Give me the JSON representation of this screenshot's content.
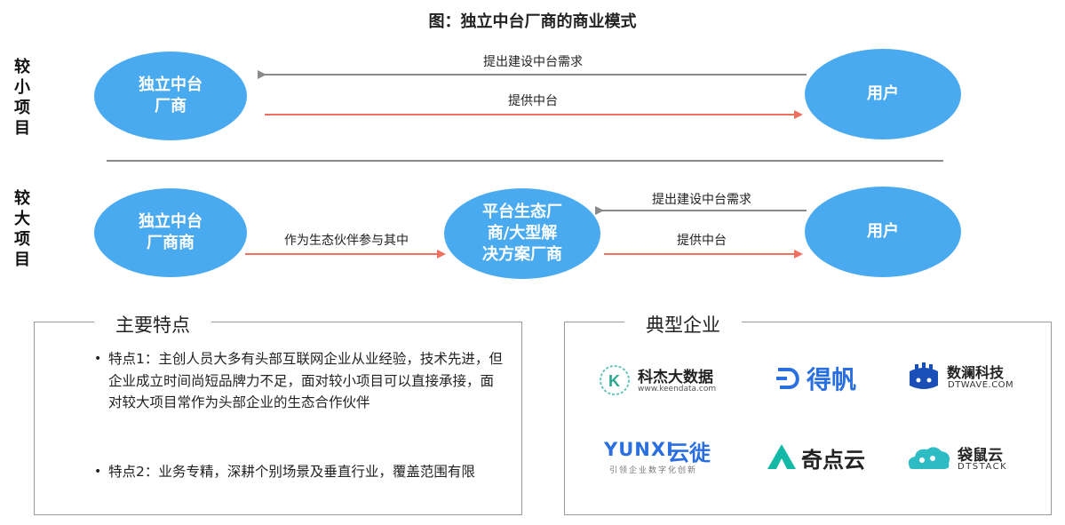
{
  "title": "图：独立中台厂商的商业模式",
  "small_project": {
    "row_label": "较小项目",
    "left_node": [
      "独立中台",
      "厂商"
    ],
    "right_node": "用户",
    "arrow_back_label": "提出建设中台需求",
    "arrow_forward_label": "提供中台"
  },
  "large_project": {
    "row_label": "较大项目",
    "left_node": [
      "独立中台",
      "厂商商"
    ],
    "middle_node": [
      "平台生态厂",
      "商/大型解",
      "决方案厂商"
    ],
    "right_node": "用户",
    "arrow_left_to_middle_label": "作为生态伙伴参与其中",
    "arrow_back_label": "提出建设中台需求",
    "arrow_forward_label": "提供中台"
  },
  "features": {
    "title": "主要特点",
    "items": [
      "特点1：主创人员大多有头部互联网企业从业经验，技术先进，但企业成立时间尚短品牌力不足，面对较小项目可以直接承接，面对较大项目常作为头部企业的生态合作伙伴",
      "特点2：业务专精，深耕个别场景及垂直行业，覆盖范围有限"
    ]
  },
  "companies": {
    "title": "典型企业",
    "logos": [
      {
        "name": "科杰大数据",
        "sub": "www.keendata.com",
        "icon": "keendata-logo-icon"
      },
      {
        "name": "得帆",
        "icon": "defan-logo-icon"
      },
      {
        "name": "数澜科技",
        "sub": "DTWAVE.COM",
        "icon": "dtwave-logo-icon"
      },
      {
        "name": "云徙",
        "prefix": "YUNXI",
        "sub": "引领企业数字化创新",
        "icon": "yunxi-logo-icon"
      },
      {
        "name": "奇点云",
        "icon": "startdt-logo-icon"
      },
      {
        "name": "袋鼠云",
        "sub": "DTSTACK",
        "icon": "dtstack-logo-icon"
      }
    ]
  },
  "colors": {
    "node_fill": "#4aaaf0",
    "arrow_gray": "#8a8a8a",
    "arrow_red": "#f07060"
  }
}
